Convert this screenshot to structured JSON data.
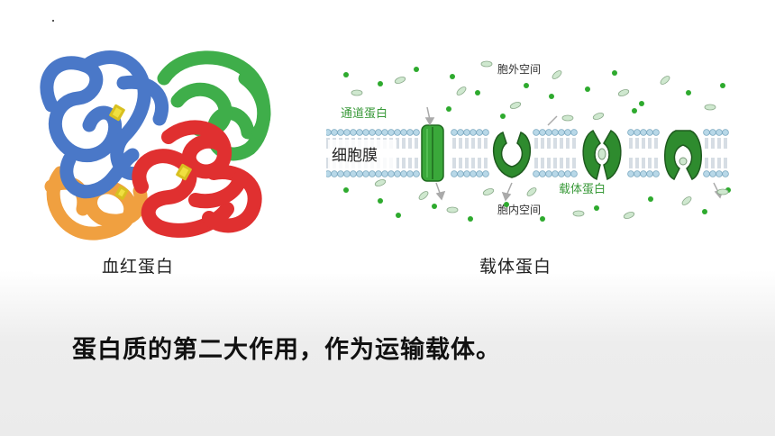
{
  "figure": {
    "left_caption": "血红蛋白",
    "right_caption": "载体蛋白",
    "labels": {
      "outside": "胞外空间",
      "channel": "通道蛋白",
      "membrane": "细胞膜",
      "carrier": "载体蛋白",
      "inside": "胞内空间"
    }
  },
  "main_text": "蛋白质的第二大作用，作为运输载体。",
  "colors": {
    "hb_blue": "#4a78c8",
    "hb_green": "#3fae4a",
    "hb_red": "#e03030",
    "hb_orange": "#f0a040",
    "membrane_head": "#b8d8e8",
    "protein_green": "#2e8b2e",
    "dot_green": "#2eaa2e",
    "label_green": "#3a9a3a"
  }
}
